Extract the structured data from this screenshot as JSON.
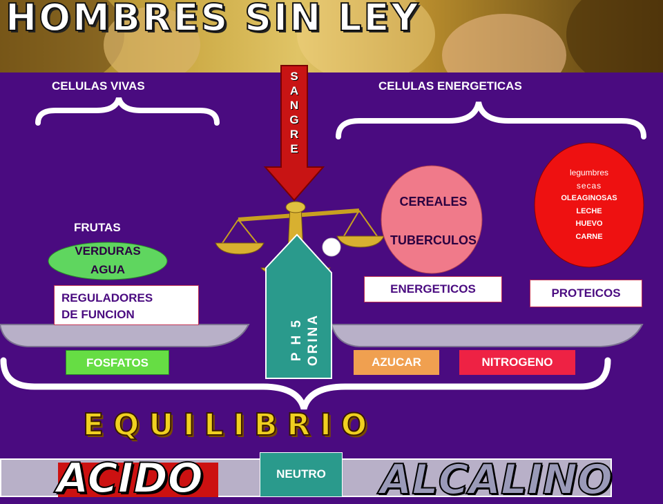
{
  "title": "HOMBRES SIN LEY",
  "left_header": "CELULAS VIVAS",
  "right_header": "CELULAS  ENERGETICAS",
  "sangre": [
    "S",
    "A",
    "N",
    "G",
    "R",
    "E"
  ],
  "left_group": {
    "frutas": "FRUTAS",
    "ellipse": [
      "VERDURAS",
      "AGUA"
    ],
    "reguladores": [
      "REGULADORES",
      "DE FUNCION"
    ],
    "fosfatos": "FOSFATOS"
  },
  "center": {
    "ph": "P H 5",
    "orina": "ORINA"
  },
  "energeticos_group": {
    "ellipse": [
      "CEREALES",
      "TUBERCULOS"
    ],
    "label": "ENERGETICOS",
    "tag": "AZUCAR"
  },
  "proteicos_group": {
    "ellipse": [
      "legumbres",
      "secas",
      "OLEAGINOSAS",
      "LECHE",
      "HUEVO",
      "CARNE"
    ],
    "label": "PROTEICOS",
    "tag": "NITROGENO"
  },
  "equilibrio": "EQUILIBRIO",
  "bottom": {
    "acido": "ACIDO",
    "neutro": "NEUTRO",
    "alcalino": "ALCALINO"
  },
  "colors": {
    "background": "#4a0b80",
    "sangre_arrow": "#c81414",
    "green_ellipse": "#5fd65f",
    "pink_ellipse": "#f07a8a",
    "red_ellipse": "#ee1111",
    "fosfatos": "#66dd44",
    "azucar": "#f0a050",
    "nitrogeno": "#ee2244",
    "teal_column": "#2a9a8c",
    "gold": "#e0c020",
    "acido_bg": "#cc1111"
  }
}
